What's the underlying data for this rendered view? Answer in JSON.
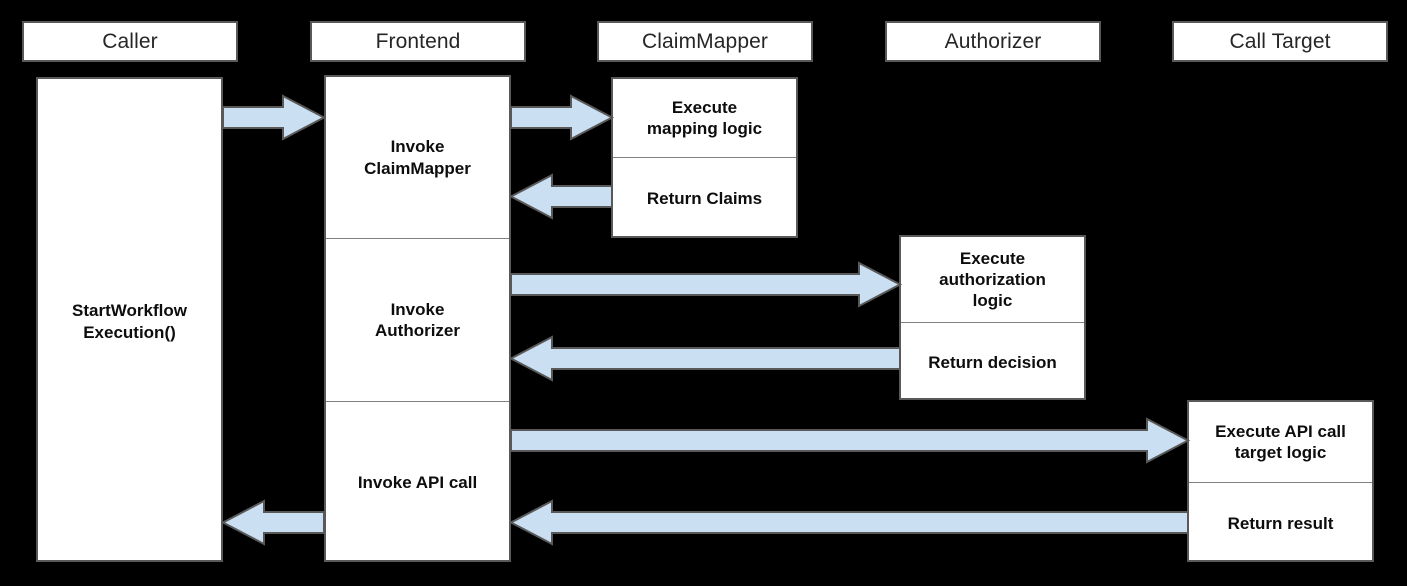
{
  "diagram": {
    "title": "Workflow authorization sequence diagram",
    "background_color": "#000000",
    "box_fill": "#ffffff",
    "box_border": "#595959",
    "arrow_fill": "#cadff2",
    "arrow_border": "#595959",
    "text_color": "#0d0d0d"
  },
  "lifelines": [
    {
      "id": "caller",
      "label": "Caller"
    },
    {
      "id": "frontend",
      "label": "Frontend"
    },
    {
      "id": "claimmapper",
      "label": "ClaimMapper"
    },
    {
      "id": "authorizer",
      "label": "Authorizer"
    },
    {
      "id": "calltarget",
      "label": "Call Target"
    }
  ],
  "activations": {
    "caller": {
      "segments": [
        {
          "label": "StartWorkflow\nExecution()"
        }
      ]
    },
    "frontend": {
      "segments": [
        {
          "label": "Invoke\nClaimMapper"
        },
        {
          "label": "Invoke\nAuthorizer"
        },
        {
          "label": "Invoke API call"
        }
      ]
    },
    "claimmapper": {
      "segments": [
        {
          "label": "Execute\nmapping logic"
        },
        {
          "label": "Return Claims"
        }
      ]
    },
    "authorizer": {
      "segments": [
        {
          "label": "Execute\nauthorization\nlogic"
        },
        {
          "label": "Return decision"
        }
      ]
    },
    "calltarget": {
      "segments": [
        {
          "label": "Execute API call\ntarget logic"
        },
        {
          "label": "Return result"
        }
      ]
    }
  },
  "messages": [
    {
      "id": "msg-caller-to-frontend",
      "from": "caller",
      "to": "frontend",
      "direction": "right"
    },
    {
      "id": "msg-frontend-to-claimmapper",
      "from": "frontend",
      "to": "claimmapper",
      "direction": "right"
    },
    {
      "id": "msg-claimmapper-to-frontend",
      "from": "claimmapper",
      "to": "frontend",
      "direction": "left"
    },
    {
      "id": "msg-frontend-to-authorizer",
      "from": "frontend",
      "to": "authorizer",
      "direction": "right"
    },
    {
      "id": "msg-authorizer-to-frontend",
      "from": "authorizer",
      "to": "frontend",
      "direction": "left"
    },
    {
      "id": "msg-frontend-to-calltarget",
      "from": "frontend",
      "to": "calltarget",
      "direction": "right"
    },
    {
      "id": "msg-calltarget-to-frontend",
      "from": "calltarget",
      "to": "frontend",
      "direction": "left"
    },
    {
      "id": "msg-frontend-to-caller",
      "from": "frontend",
      "to": "caller",
      "direction": "left"
    }
  ]
}
